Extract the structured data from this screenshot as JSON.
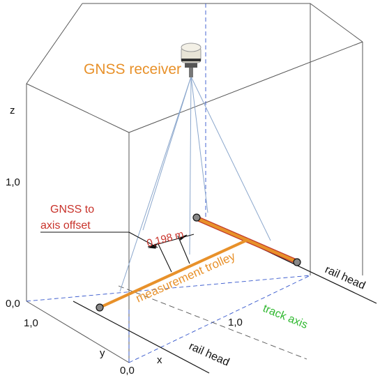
{
  "labels": {
    "gnss_receiver": "GNSS receiver",
    "offset_line1": "GNSS to",
    "offset_line2": "axis offset",
    "offset_value": "0,198 m",
    "trolley": "measurement trolley",
    "rail_head_right": "rail head",
    "rail_head_bottom": "rail head",
    "track_axis": "track axis"
  },
  "axes": {
    "z_label": "z",
    "y_label": "y",
    "x_label": "x",
    "z_tick": "1,0",
    "z_origin": "0,0",
    "y_tick": "1,0",
    "x_tick": "1,0",
    "xy_origin": "0,0"
  },
  "colors": {
    "box": "#555555",
    "dash": "#3355cc",
    "cable": "#8aa6cc",
    "trolley": "#e8912a",
    "trolley_edge": "#c0392b",
    "orange_text": "#e8912a",
    "red_text": "#c8322a",
    "green_text": "#2fb82f"
  },
  "icons": {
    "receiver": "gnss-antenna-icon",
    "rail_node": "rail-node-circle"
  }
}
